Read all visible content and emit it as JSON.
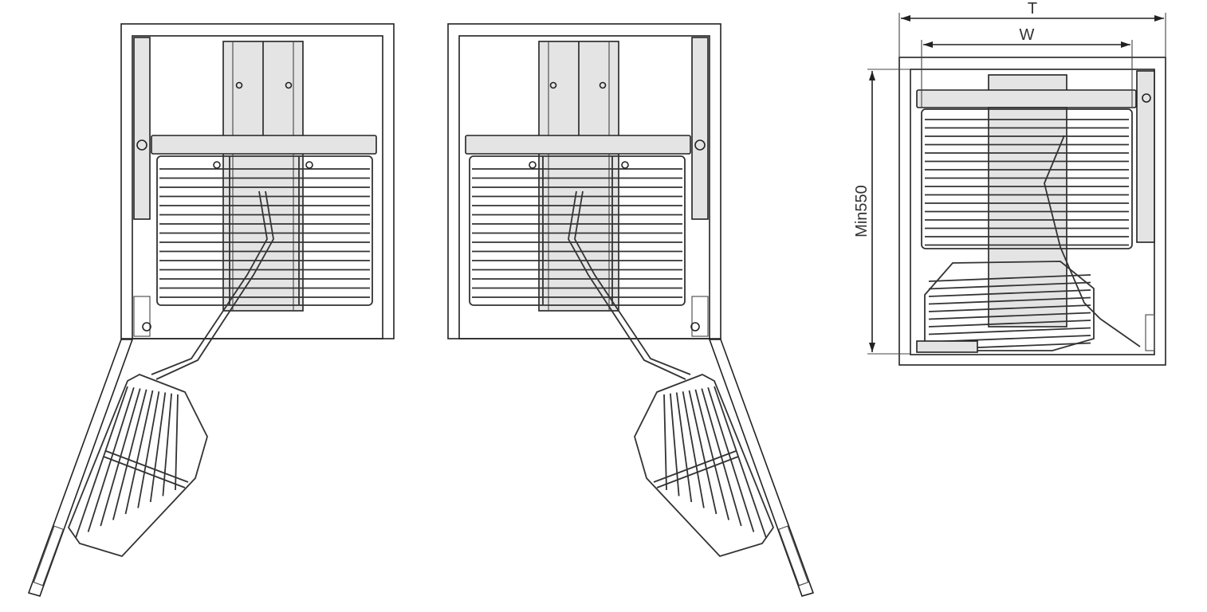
{
  "dimensions": {
    "overall_width_label": "T",
    "inner_width_label": "W",
    "min_height_label": "Min550"
  },
  "views": [
    {
      "name": "open-left-door-view"
    },
    {
      "name": "open-right-door-view"
    },
    {
      "name": "front-closed-view"
    }
  ]
}
